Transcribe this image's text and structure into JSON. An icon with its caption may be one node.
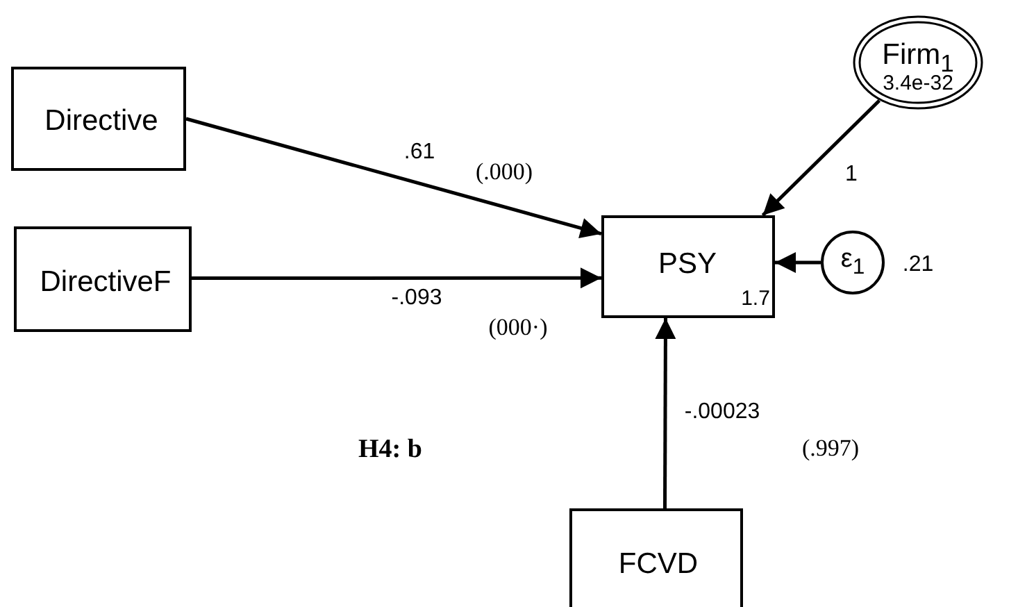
{
  "diagram": {
    "nodes": [
      {
        "text": [
          "Directive"
        ]
      },
      {
        "text": [
          "DirectiveF"
        ]
      },
      {
        "text": [
          "Firm$_{1}$",
          "3.4e-32"
        ]
      },
      {
        "text": [
          "PSY",
          "1.7"
        ]
      },
      {
        "text": [
          "ε$_{1}$"
        ],
        "beside": [
          ".21"
        ]
      },
      {
        "text": [
          "FCVD"
        ]
      }
    ],
    "edges": [
      {
        "from": 0,
        "to": 3,
        "arrow": "to",
        "label": ".61"
      },
      {
        "from": 1,
        "to": 3,
        "arrow": "to",
        "label": "-.093"
      },
      {
        "from": 2,
        "to": 3,
        "arrow": "to",
        "label": "1"
      },
      {
        "from": 4,
        "to": 3,
        "arrow": "to"
      },
      {
        "from": 5,
        "to": 3,
        "arrow": "to",
        "label": "-.00023"
      }
    ],
    "labels": [
      "(.000)",
      "(000·)",
      "H4: b",
      "(.997)"
    ]
  }
}
